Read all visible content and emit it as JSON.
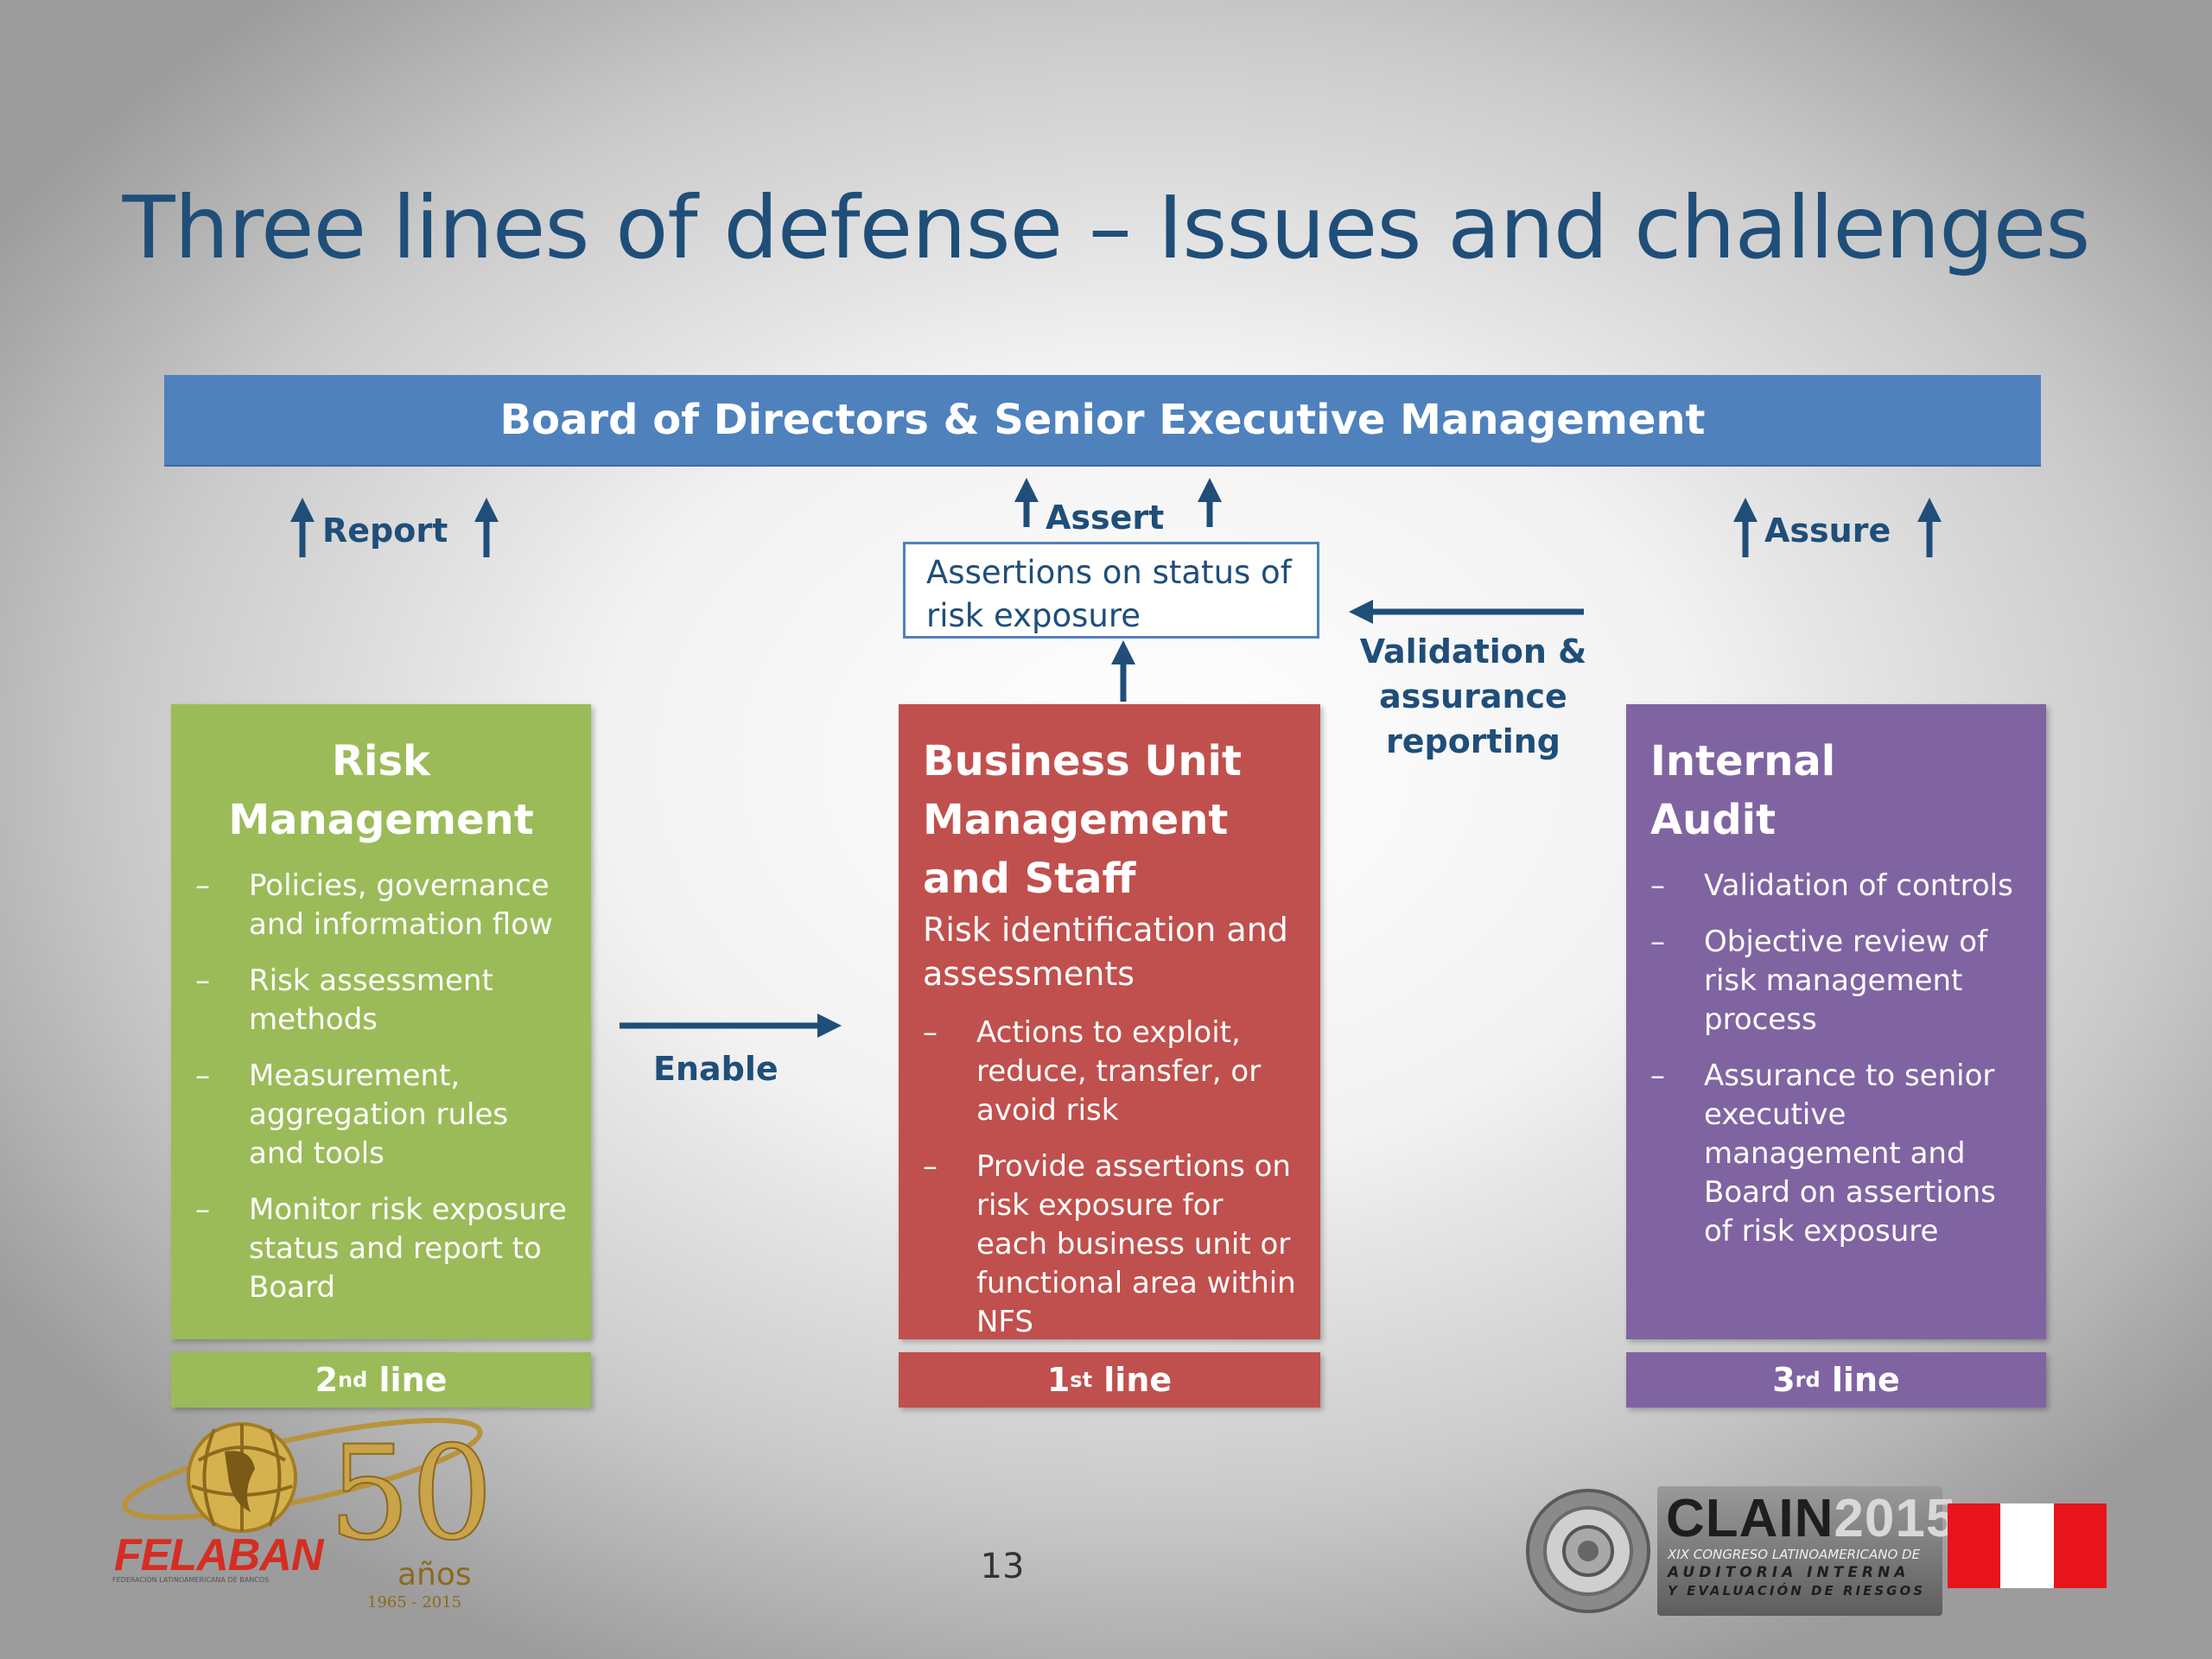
{
  "title": "Three lines of defense – Issues and challenges",
  "board": "Board of Directors & Senior Executive Management",
  "flow": {
    "report": "Report",
    "assert": "Assert",
    "assure": "Assure",
    "assertion_box": "Assertions on status of risk exposure",
    "validation": [
      "Validation &",
      "assurance",
      "reporting"
    ],
    "enable": "Enable"
  },
  "risk_management": {
    "heading": [
      "Risk",
      "Management"
    ],
    "items": [
      "Policies, governance and information flow",
      "Risk assessment methods",
      "Measurement, aggregation rules and tools",
      "Monitor risk exposure status and report to Board"
    ],
    "line_num": "2",
    "line_sup": "nd",
    "line_text": " line",
    "color": "#9bbb59"
  },
  "business_unit": {
    "heading": [
      "Business Unit",
      "Management",
      "and Staff"
    ],
    "sub": "Risk identification and assessments",
    "items": [
      "Actions to exploit, reduce, transfer, or avoid risk",
      "Provide assertions on risk exposure for each business unit or functional area within NFS"
    ],
    "line_num": "1",
    "line_sup": "st",
    "line_text": " line",
    "color": "#c0504d"
  },
  "internal_audit": {
    "heading": [
      "Internal",
      "Audit"
    ],
    "items": [
      "Validation of controls",
      "Objective review of risk management process",
      "Assurance to senior executive management and Board on assertions of risk exposure"
    ],
    "line_num": "3",
    "line_sup": "rd",
    "line_text": " line",
    "color": "#8064a2"
  },
  "page_number": "13",
  "logos": {
    "felaban": {
      "name": "FELABAN",
      "years": "50",
      "anos": "años",
      "range": "1965 - 2015",
      "tagline": "FEDERACION LATINOAMERICANA DE BANCOS",
      "icon": "globe-icon"
    },
    "clain": {
      "name": "CLAIN",
      "year": "2015",
      "line1": "XIX CONGRESO LATINOAMERICANO DE",
      "line2": "AUDITORIA INTERNA",
      "line3": "Y EVALUACIÓN DE RIESGOS",
      "icon": "gear-icon"
    },
    "flag": "peru-flag-icon"
  }
}
